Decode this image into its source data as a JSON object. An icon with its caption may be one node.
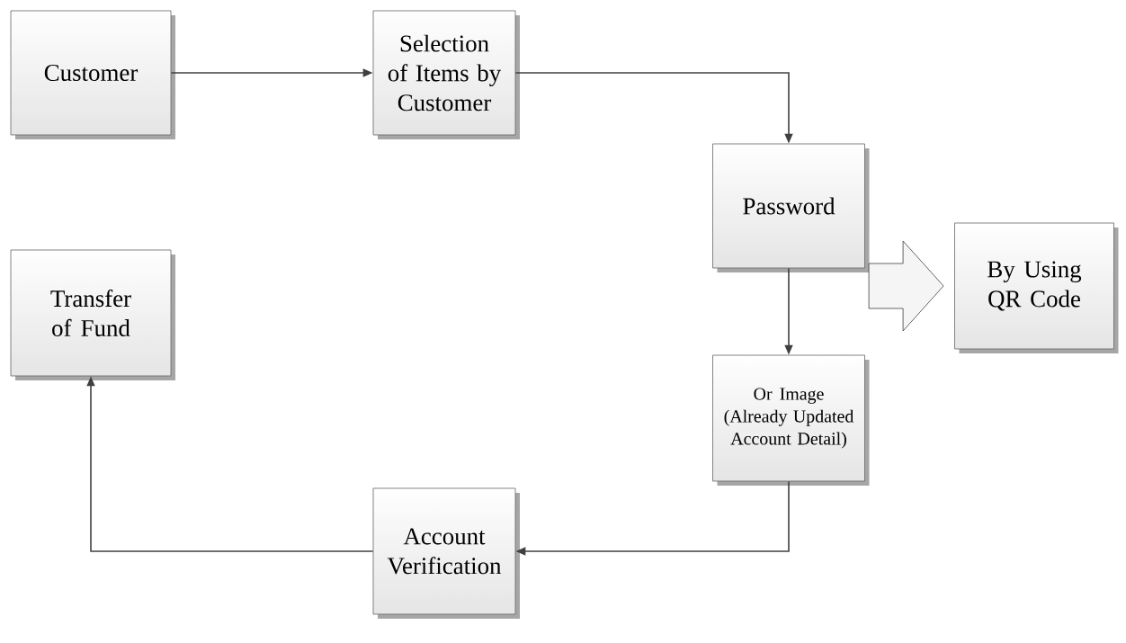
{
  "diagram": {
    "nodes": [
      {
        "text": [
          "Customer"
        ]
      },
      {
        "text": [
          "Selection of Items by Customer"
        ]
      },
      {
        "text": [
          "Password"
        ]
      },
      {
        "text": [
          "By Using QR Code"
        ]
      },
      {
        "text": [
          "Or Image (Already Updated Account Detail)"
        ]
      },
      {
        "text": [
          "Transfer of Fund"
        ]
      },
      {
        "text": [
          "Account Verification"
        ]
      }
    ],
    "edges": [
      {
        "from": 0,
        "to": 1,
        "arrow": "to"
      },
      {
        "from": 1,
        "to": 2,
        "arrow": "to"
      },
      {
        "from": 2,
        "to": 4,
        "arrow": "to"
      },
      {
        "from": 4,
        "to": 6,
        "arrow": "to"
      },
      {
        "from": 6,
        "to": 5,
        "arrow": "to"
      },
      {
        "from": null,
        "to": 3,
        "arrow": "to",
        "style": "thick"
      }
    ]
  }
}
